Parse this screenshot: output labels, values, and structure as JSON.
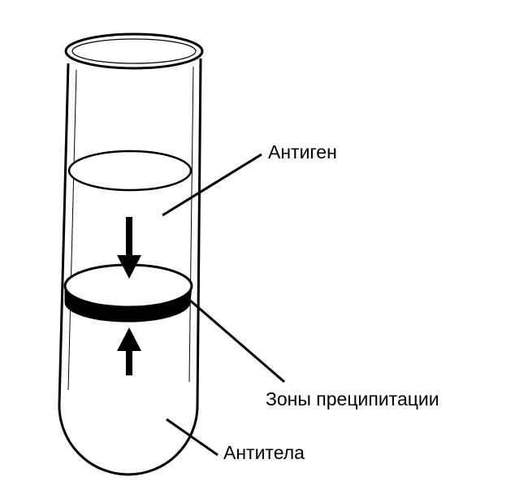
{
  "labels": {
    "antigen": "Антиген",
    "precipitation_zones": "Зоны преципитации",
    "antibodies": "Антитела"
  }
}
